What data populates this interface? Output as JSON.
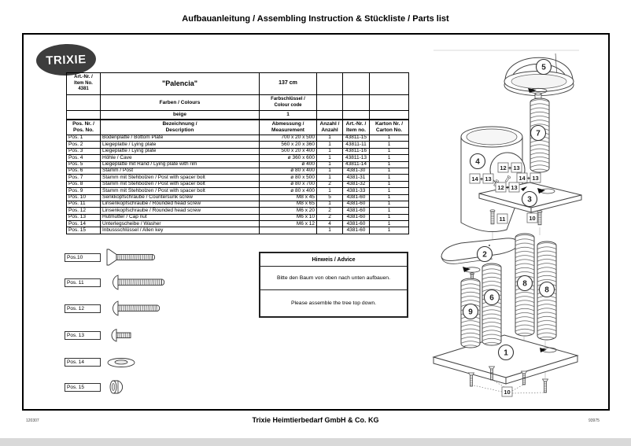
{
  "page": {
    "title": "Aufbauanleitung / Assembling Instruction & Stückliste / Parts list",
    "footer_company": "Trixie Heimtierbedarf GmbH & Co. KG",
    "footer_code_left": "120307",
    "footer_code_right": "93975"
  },
  "brand": {
    "logo_text": "TRIXIE"
  },
  "product": {
    "art_item_label": "Art.-Nr. /\nItem No.\n4381",
    "name": "\"Palencia\"",
    "height": "137 cm",
    "colours_label": "Farben / Colours",
    "colour_code_label": "Farbschlüssel /\nColour code",
    "colour_value": "beige",
    "colour_code_value": "1"
  },
  "parts": {
    "headers": {
      "pos": "Pos. Nr. /\nPos. No.",
      "desc": "Bezeichnung /\nDescription",
      "size": "Abmessung /\nMeasurement",
      "qty": "Anzahl /\nAnzahl",
      "art": "Art.-Nr. /\nItem no.",
      "carton": "Karton Nr. /\nCarton No."
    },
    "rows": [
      {
        "pos": "Pos. 1",
        "desc": "Bodenplatte / Bottom Plate",
        "size": "700 x 20 x 500",
        "qty": "1",
        "art": "43811-15",
        "carton": "1"
      },
      {
        "pos": "Pos. 2",
        "desc": "Liegeplatte / Lying plate",
        "size": "560 x 20 x 360",
        "qty": "1",
        "art": "43811-11",
        "carton": "1"
      },
      {
        "pos": "Pos. 3",
        "desc": "Liegeplatte / Lying plate",
        "size": "500 x 20 x 400",
        "qty": "1",
        "art": "43811-16",
        "carton": "1"
      },
      {
        "pos": "Pos. 4",
        "desc": "Höhle / Cave",
        "size": "ø 360 x 600",
        "qty": "1",
        "art": "43811-13",
        "carton": "1"
      },
      {
        "pos": "Pos. 5",
        "desc": "Liegeplatte mit Rand / Lying plate with rim",
        "size": "ø 400",
        "qty": "1",
        "art": "43811-14",
        "carton": "1"
      },
      {
        "pos": "Pos. 6",
        "desc": "Stamm / Post",
        "size": "ø 80 x 400",
        "qty": "1",
        "art": "4381-30",
        "carton": "1"
      },
      {
        "pos": "Pos. 7",
        "desc": "Stamm mit Stehbolzen / Post with spacer bolt",
        "size": "ø 80 x 500",
        "qty": "1",
        "art": "4381-31",
        "carton": "1"
      },
      {
        "pos": "Pos. 8",
        "desc": "Stamm mit Stehbolzen / Post with spacer bolt",
        "size": "ø 80 x 700",
        "qty": "2",
        "art": "4381-32",
        "carton": "1"
      },
      {
        "pos": "Pos. 9",
        "desc": "Stamm mit Stehbolzen / Post with spacer bolt",
        "size": "ø 80 x 400",
        "qty": "1",
        "art": "4381-33",
        "carton": "1"
      },
      {
        "pos": "Pos. 10",
        "desc": "Senkkopfschraube / Countersunk screw",
        "size": "M8 x 45",
        "qty": "5",
        "art": "4381-60",
        "carton": "1"
      },
      {
        "pos": "Pos. 11",
        "desc": "Linsenkopfschraube / Rounded head screw",
        "size": "M8 x 65",
        "qty": "1",
        "art": "4381-60",
        "carton": "1"
      },
      {
        "pos": "Pos. 12",
        "desc": "Linsenkopfschraube / Rounded head screw",
        "size": "M6 x 20",
        "qty": "2",
        "art": "4381-60",
        "carton": "1"
      },
      {
        "pos": "Pos. 13",
        "desc": "Hutmutter / Cap nut",
        "size": "M6 x 10",
        "qty": "2",
        "art": "4381-60",
        "carton": "1"
      },
      {
        "pos": "Pos. 14",
        "desc": "Unterlegscheibe / Washer",
        "size": "M6 x 12",
        "qty": "4",
        "art": "4381-60",
        "carton": "1"
      },
      {
        "pos": "Pos. 15",
        "desc": "Inbussschlüssel / Allen key",
        "size": "",
        "qty": "1",
        "art": "4381-60",
        "carton": "1"
      }
    ]
  },
  "hardware": {
    "items": [
      {
        "label": "Pos.10"
      },
      {
        "label": "Pos. 11"
      },
      {
        "label": "Pos. 12"
      },
      {
        "label": "Pos. 13"
      },
      {
        "label": "Pos. 14"
      },
      {
        "label": "Pos. 15"
      }
    ]
  },
  "advice": {
    "title": "Hinweis / Advice",
    "german": "Bitte den Baum von oben nach unten aufbauen.",
    "english": "Please assemble the tree top down."
  },
  "diagram": {
    "plus": "+",
    "circles": {
      "c1": "1",
      "c2": "2",
      "c3": "3",
      "c4": "4",
      "c5": "5",
      "c6": "6",
      "c7": "7",
      "c8": "8",
      "c9": "9"
    },
    "squares": {
      "s10": "10",
      "s11": "11",
      "s12": "12",
      "s13": "13",
      "s14": "14"
    }
  }
}
